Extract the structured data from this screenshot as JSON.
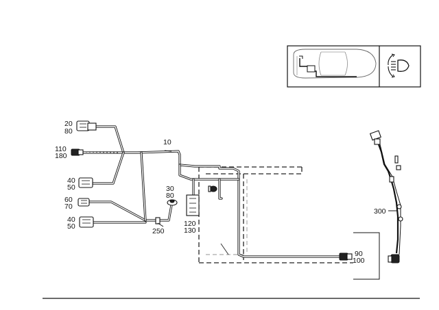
{
  "parts": {
    "p10": "10",
    "p20": "20",
    "p80a": "80",
    "p110": "110",
    "p180": "180",
    "p40a": "40",
    "p50a": "50",
    "p60": "60",
    "p70": "70",
    "p40b": "40",
    "p50b": "50",
    "p30": "30",
    "p80b": "80",
    "p250": "250",
    "p120": "120",
    "p130": "130",
    "p90": "90",
    "p100": "100",
    "p300": "300"
  }
}
